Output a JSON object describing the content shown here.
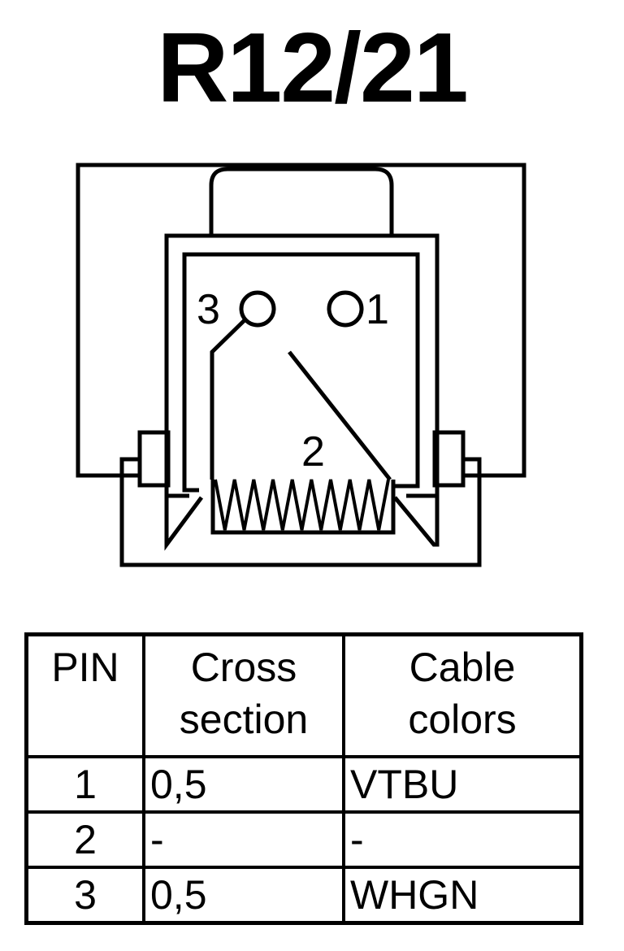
{
  "title": "R12/21",
  "connector": {
    "pin_labels": [
      {
        "id": "3",
        "text": "3"
      },
      {
        "id": "1",
        "text": "1"
      },
      {
        "id": "2",
        "text": "2"
      }
    ]
  },
  "table": {
    "headers": {
      "pin": "PIN",
      "cross_line1": "Cross",
      "cross_line2": "section",
      "color_line1": "Cable",
      "color_line2": "colors"
    },
    "rows": [
      {
        "pin": "1",
        "cross": "0,5",
        "color": "VTBU"
      },
      {
        "pin": "2",
        "cross": "-",
        "color": "-"
      },
      {
        "pin": "3",
        "cross": "0,5",
        "color": "WHGN"
      }
    ]
  }
}
